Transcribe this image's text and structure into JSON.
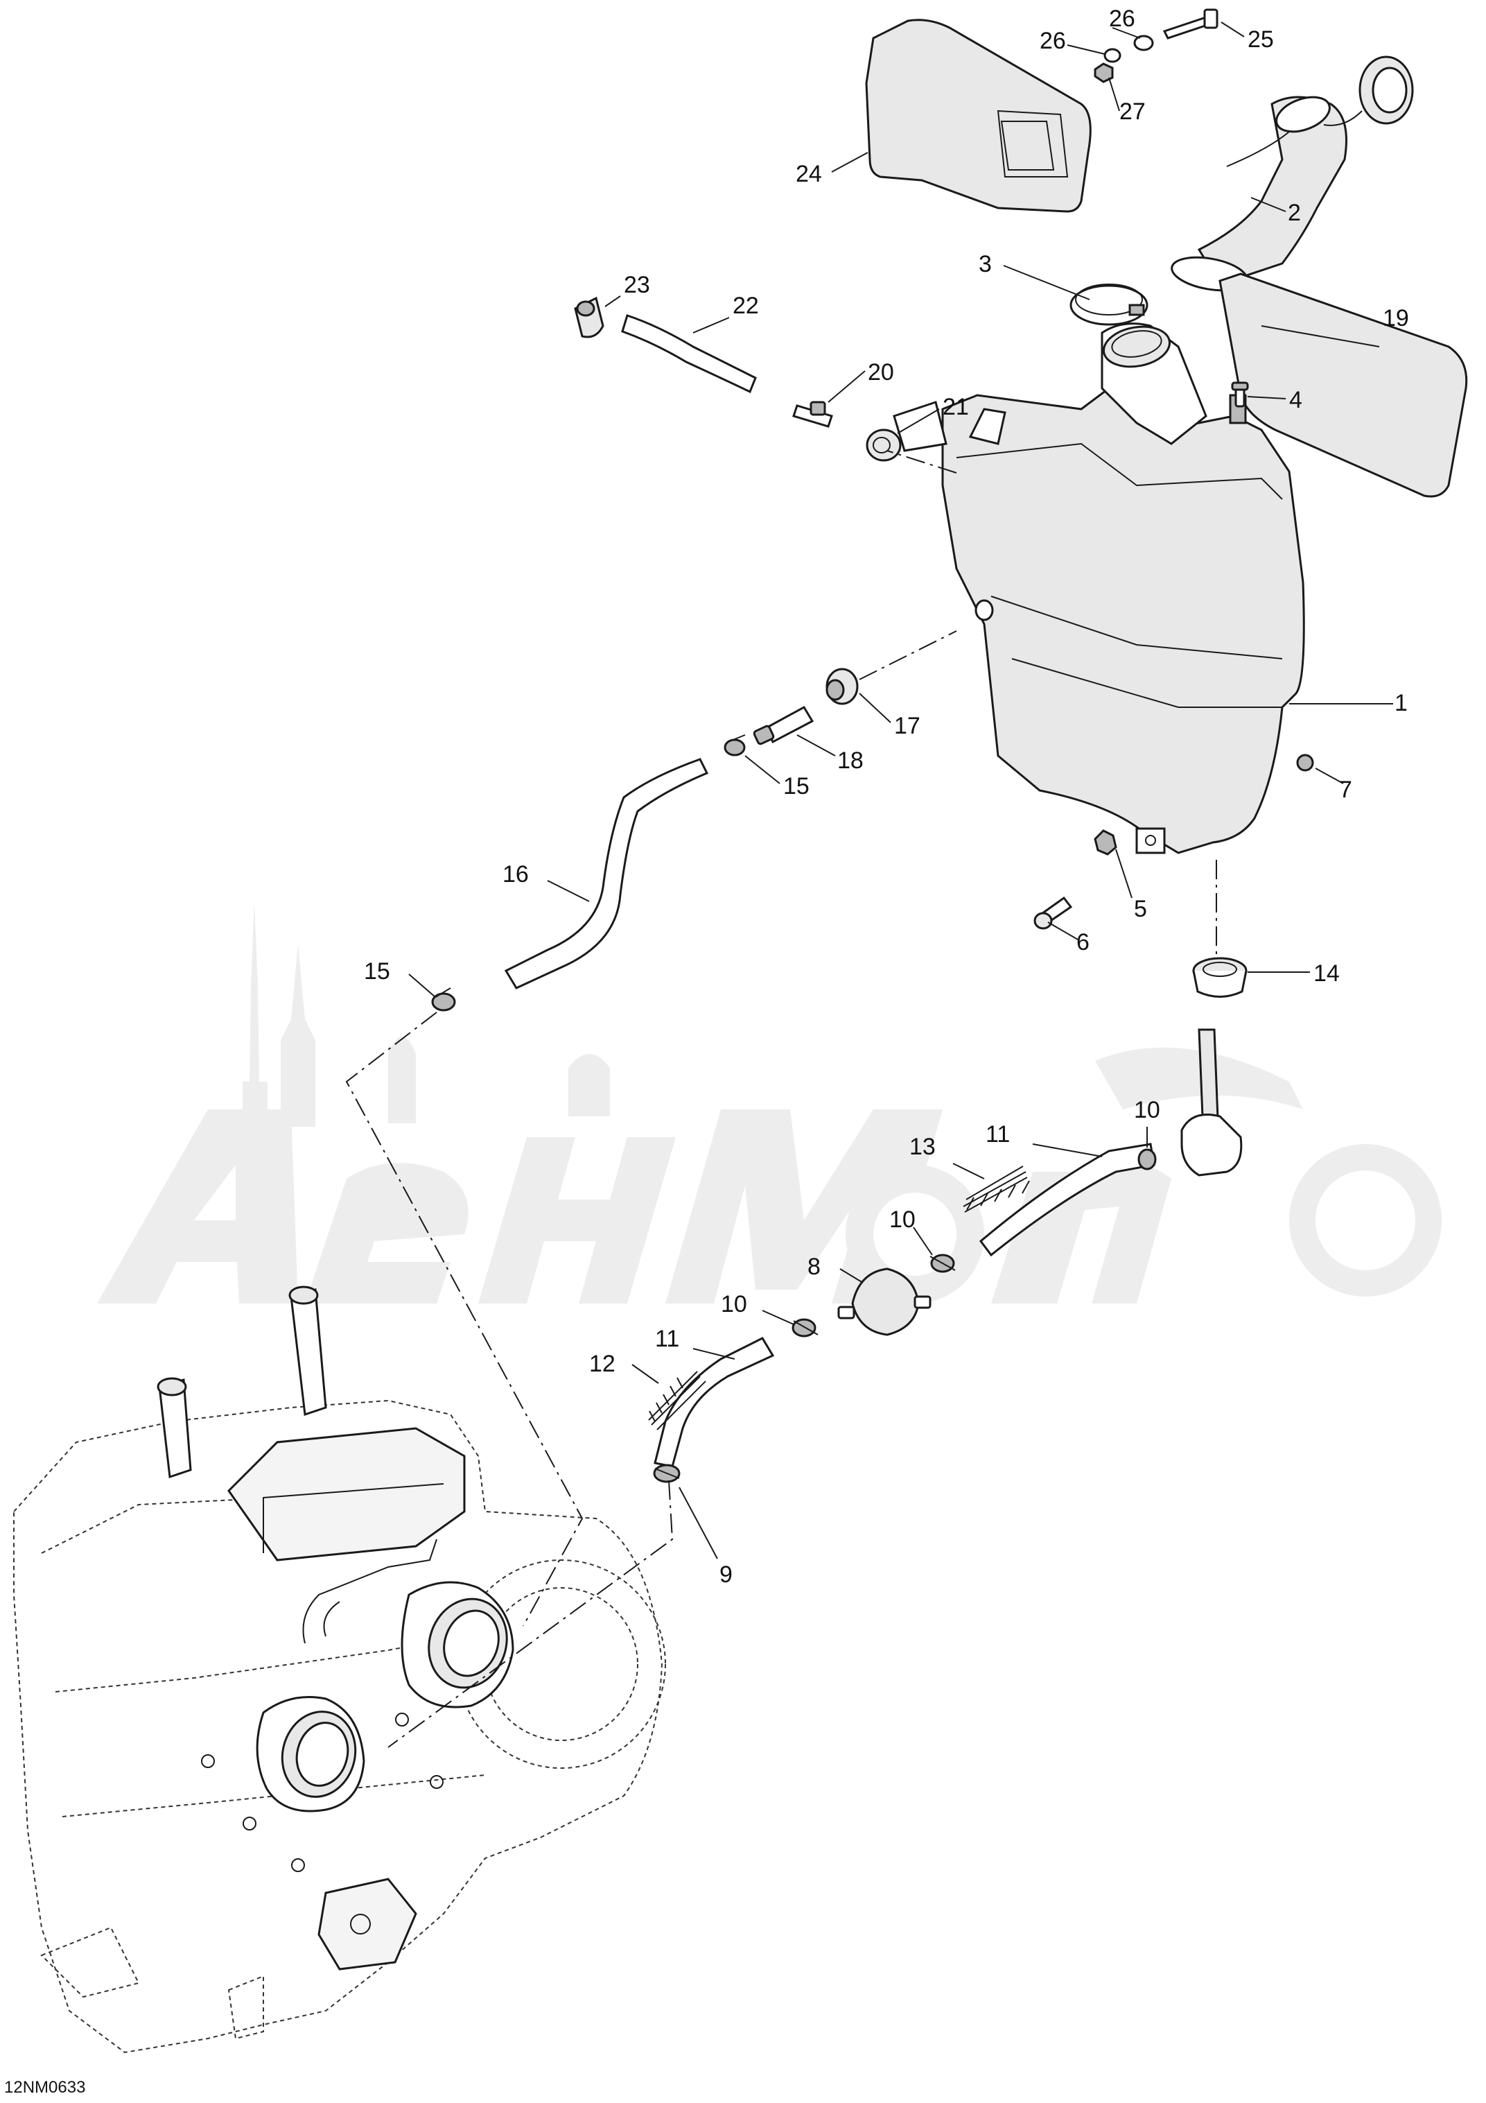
{
  "diagram_code": "12NM0633",
  "watermark": "AeHMoTo",
  "callouts": [
    {
      "id": "c1",
      "label": "1"
    },
    {
      "id": "c2",
      "label": "2"
    },
    {
      "id": "c3",
      "label": "3"
    },
    {
      "id": "c4",
      "label": "4"
    },
    {
      "id": "c5",
      "label": "5"
    },
    {
      "id": "c6",
      "label": "6"
    },
    {
      "id": "c7",
      "label": "7"
    },
    {
      "id": "c8",
      "label": "8"
    },
    {
      "id": "c9",
      "label": "9"
    },
    {
      "id": "c10a",
      "label": "10"
    },
    {
      "id": "c10b",
      "label": "10"
    },
    {
      "id": "c10c",
      "label": "10"
    },
    {
      "id": "c11a",
      "label": "11"
    },
    {
      "id": "c11b",
      "label": "11"
    },
    {
      "id": "c12",
      "label": "12"
    },
    {
      "id": "c13",
      "label": "13"
    },
    {
      "id": "c14",
      "label": "14"
    },
    {
      "id": "c15a",
      "label": "15"
    },
    {
      "id": "c15b",
      "label": "15"
    },
    {
      "id": "c16",
      "label": "16"
    },
    {
      "id": "c17",
      "label": "17"
    },
    {
      "id": "c18",
      "label": "18"
    },
    {
      "id": "c19",
      "label": "19"
    },
    {
      "id": "c20",
      "label": "20"
    },
    {
      "id": "c21",
      "label": "21"
    },
    {
      "id": "c22",
      "label": "22"
    },
    {
      "id": "c23",
      "label": "23"
    },
    {
      "id": "c24",
      "label": "24"
    },
    {
      "id": "c25",
      "label": "25"
    },
    {
      "id": "c26a",
      "label": "26"
    },
    {
      "id": "c26b",
      "label": "26"
    },
    {
      "id": "c27",
      "label": "27"
    }
  ]
}
